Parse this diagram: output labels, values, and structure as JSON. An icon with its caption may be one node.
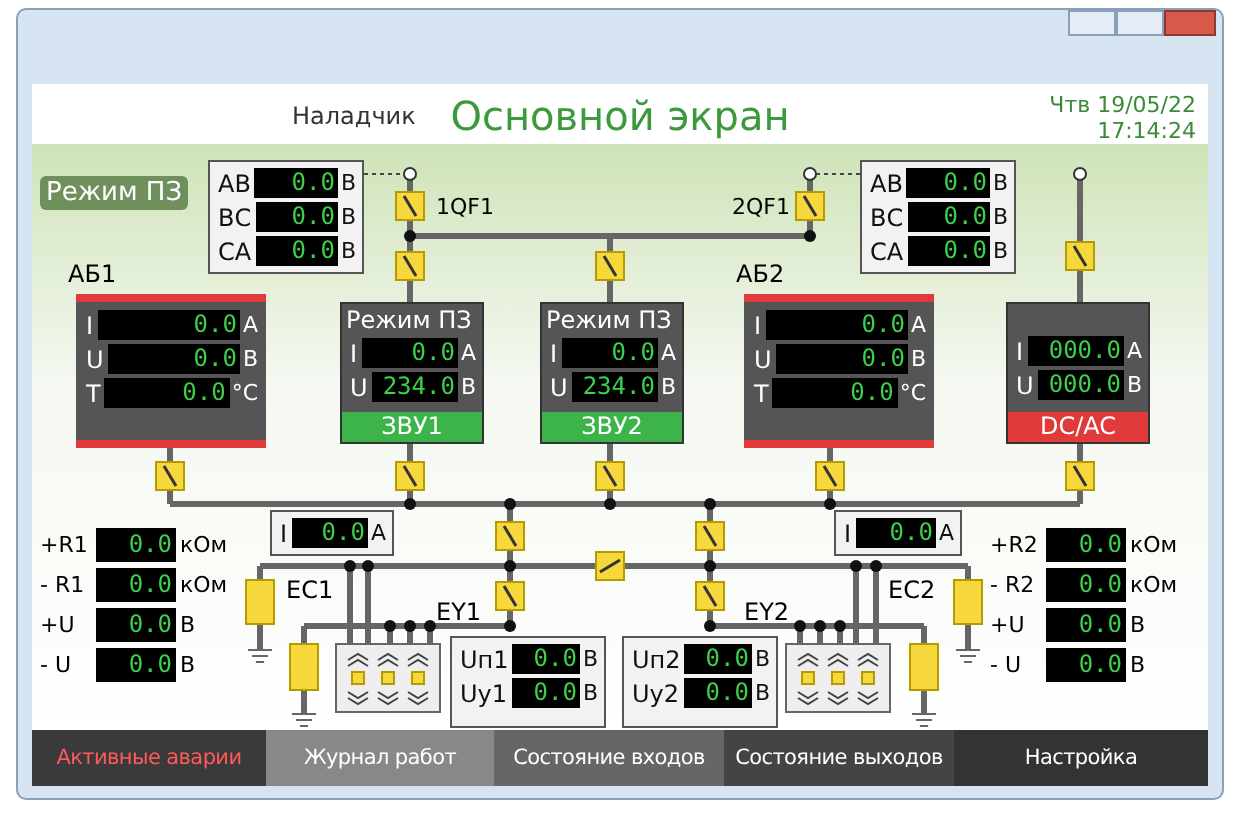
{
  "diagram": {
    "title": "Основной экран",
    "nodes": [
      {
        "text": [
          "АВ",
          "0.0",
          "В",
          "ВС",
          "0.0",
          "В",
          "СА",
          "0.0",
          "В"
        ]
      },
      {
        "text": [
          "АВ",
          "0.0",
          "В",
          "ВС",
          "0.0",
          "В",
          "СА",
          "0.0",
          "В"
        ]
      },
      {
        "text": [
          "АБ1",
          "I",
          "0.0",
          "А",
          "U",
          "0.0",
          "В",
          "T",
          "0.0",
          "°C"
        ]
      },
      {
        "text": [
          "Режим ПЗ",
          "I",
          "0.0",
          "А",
          "U",
          "234.0",
          "В",
          "ЗВУ1"
        ]
      },
      {
        "text": [
          "Режим ПЗ",
          "I",
          "0.0",
          "А",
          "U",
          "234.0",
          "В",
          "ЗВУ2"
        ]
      },
      {
        "text": [
          "АБ2",
          "I",
          "0.0",
          "А",
          "U",
          "0.0",
          "В",
          "T",
          "0.0",
          "°C"
        ]
      },
      {
        "text": [
          "I",
          "000.0",
          "А",
          "U",
          "000.0",
          "В",
          "DC/AC"
        ]
      },
      {
        "text": [
          "I",
          "0.0",
          "А"
        ]
      },
      {
        "text": [
          "I",
          "0.0",
          "А"
        ]
      },
      {
        "text": [
          "Uп1",
          "0.0",
          "В",
          "Uу1",
          "0.0",
          "В"
        ]
      },
      {
        "text": [
          "Uп2",
          "0.0",
          "В",
          "Uу2",
          "0.0",
          "В"
        ]
      }
    ],
    "labels": [
      "Наладчик",
      "Чтв 19/05/22",
      "17:14:24",
      "Режим ПЗ",
      "1QF1",
      "2QF1",
      "EC1",
      "EY1",
      "EY2",
      "EC2",
      "+R1",
      "0.0",
      "кОм",
      "- R1",
      "0.0",
      "кОм",
      "+U",
      "0.0",
      "В",
      "- U",
      "0.0",
      "В",
      "+R2",
      "0.0",
      "кОм",
      "- R2",
      "0.0",
      "кОм",
      "+U",
      "0.0",
      "В",
      "- U",
      "0.0",
      "В",
      "Активные аварии",
      "Журнал работ",
      "Состояние входов",
      "Состояние выходов",
      "Настройка"
    ]
  }
}
